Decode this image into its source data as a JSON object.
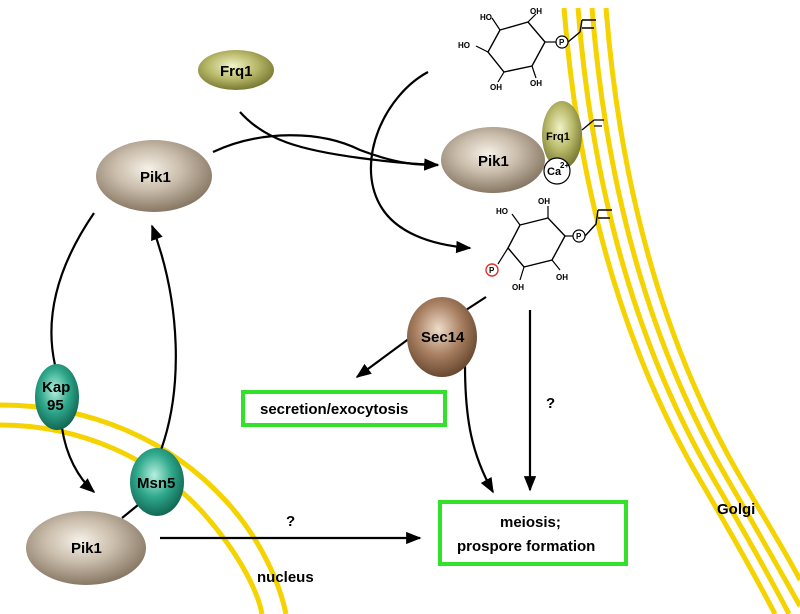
{
  "nodes": {
    "frq1_top": "Frq1",
    "pik1_left": "Pik1",
    "pik1_complex": "Pik1",
    "frq1_complex": "Frq1",
    "calcium": "Ca",
    "calcium_sup": "2+",
    "sec14": "Sec14",
    "kap95_line1": "Kap",
    "kap95_line2": "95",
    "msn5": "Msn5",
    "pik1_bottom": "Pik1"
  },
  "boxes": {
    "secretion": "secretion/exocytosis",
    "meiosis_line1": "meiosis;",
    "meiosis_line2": "prospore formation"
  },
  "labels": {
    "golgi": "Golgi",
    "nucleus": "nucleus",
    "question_right": "?",
    "question_bottom": "?"
  },
  "chem": {
    "oh": "OH",
    "ho": "HO",
    "p": "P"
  },
  "colors": {
    "membrane": "#f5d300",
    "box_border": "#33e02a",
    "pik1": "#9a8b78",
    "frq1": "#8f9140",
    "sec14": "#8c6a4e",
    "teal": "#1d8f77"
  }
}
